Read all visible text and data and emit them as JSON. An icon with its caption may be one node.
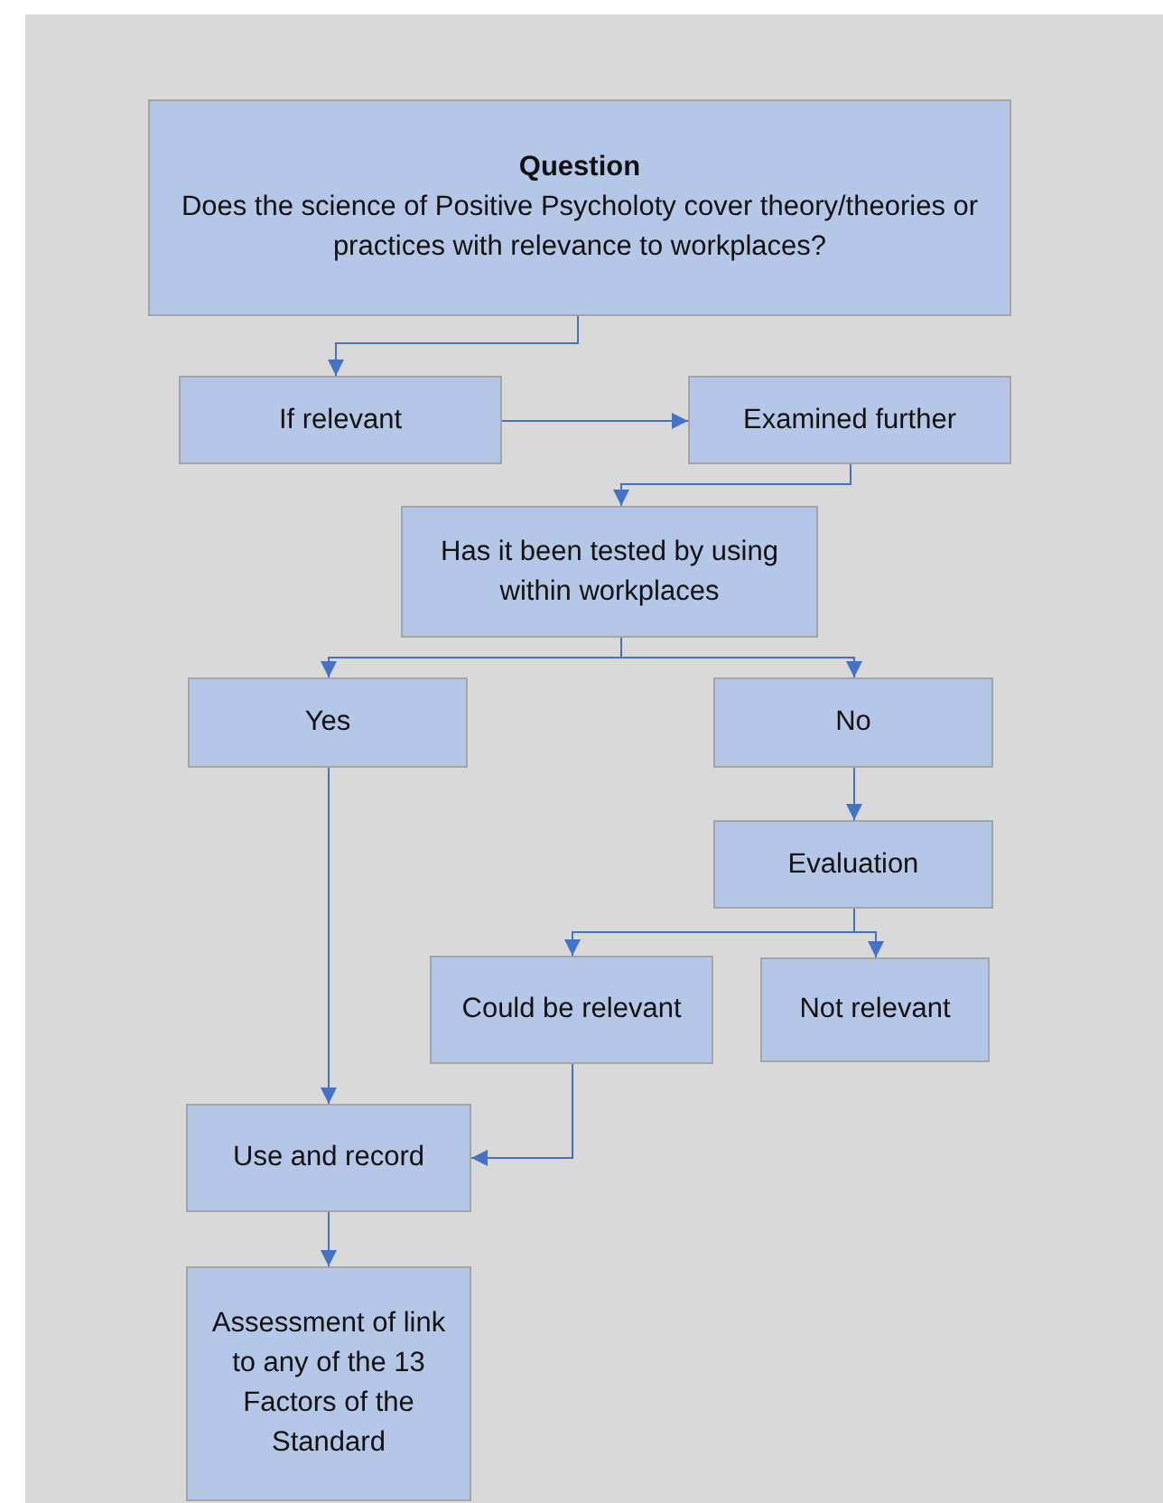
{
  "diagram": {
    "nodes": [
      {
        "text": [
          "Question",
          "Does the science of Positive Psycholoty cover theory/theories or practices with relevance to workplaces?"
        ]
      },
      {
        "text": [
          "If relevant"
        ]
      },
      {
        "text": [
          "Examined further"
        ]
      },
      {
        "text": [
          "Has it been tested by using within workplaces"
        ]
      },
      {
        "text": [
          "Yes"
        ]
      },
      {
        "text": [
          "No"
        ]
      },
      {
        "text": [
          "Evaluation"
        ]
      },
      {
        "text": [
          "Could be relevant"
        ]
      },
      {
        "text": [
          "Not relevant"
        ]
      },
      {
        "text": [
          "Use and record"
        ]
      },
      {
        "text": [
          "Assessment of link to any of the 13 Factors of the Standard"
        ]
      }
    ],
    "edges": [
      {
        "from": 0,
        "to": 1,
        "arrow": "to"
      },
      {
        "from": 1,
        "to": 2,
        "arrow": "to"
      },
      {
        "from": 2,
        "to": 3,
        "arrow": "to"
      },
      {
        "from": 3,
        "to": 4,
        "arrow": "to"
      },
      {
        "from": 3,
        "to": 5,
        "arrow": "to"
      },
      {
        "from": 5,
        "to": 6,
        "arrow": "to"
      },
      {
        "from": 6,
        "to": 7,
        "arrow": "to"
      },
      {
        "from": 6,
        "to": 8,
        "arrow": "to"
      },
      {
        "from": 7,
        "to": 9,
        "arrow": "to"
      },
      {
        "from": 4,
        "to": 9,
        "arrow": "to"
      },
      {
        "from": 9,
        "to": 10,
        "arrow": "to"
      }
    ]
  }
}
